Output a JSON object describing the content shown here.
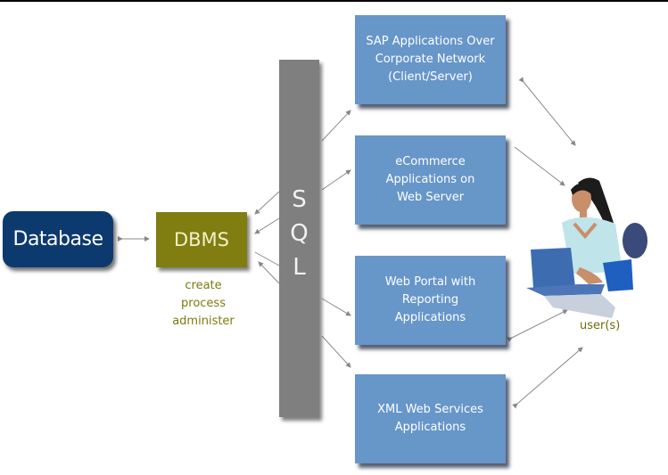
{
  "diagram": {
    "database": {
      "label": "Database",
      "color": "#0d3a6e"
    },
    "dbms": {
      "label": "DBMS",
      "color": "#807d11",
      "functions": [
        "create",
        "process",
        "administer"
      ]
    },
    "sql": {
      "label_letters": [
        "S",
        "Q",
        "L"
      ],
      "color": "#7f7f7f"
    },
    "applications": [
      {
        "label": "SAP Applications Over\nCorporate Network\n(Client/Server)"
      },
      {
        "label": "eCommerce\nApplications on\nWeb Server"
      },
      {
        "label": "Web Portal with\nReporting\nApplications"
      },
      {
        "label": "XML Web Services\nApplications"
      }
    ],
    "app_color": "#6796c9",
    "user": {
      "label": "user(s)"
    },
    "connections": [
      {
        "from": "Database",
        "to": "DBMS",
        "type": "bidirectional"
      },
      {
        "from": "SQL",
        "to": "DBMS",
        "type": "multiple arrows"
      },
      {
        "from": "SQL",
        "to": "SAP Applications Over Corporate Network (Client/Server)"
      },
      {
        "from": "SQL",
        "to": "eCommerce Applications on Web Server"
      },
      {
        "from": "SQL",
        "to": "Web Portal with Reporting Applications"
      },
      {
        "from": "SQL",
        "to": "XML Web Services Applications"
      },
      {
        "from": "Applications",
        "to": "user(s)",
        "type": "bidirectional"
      }
    ]
  }
}
